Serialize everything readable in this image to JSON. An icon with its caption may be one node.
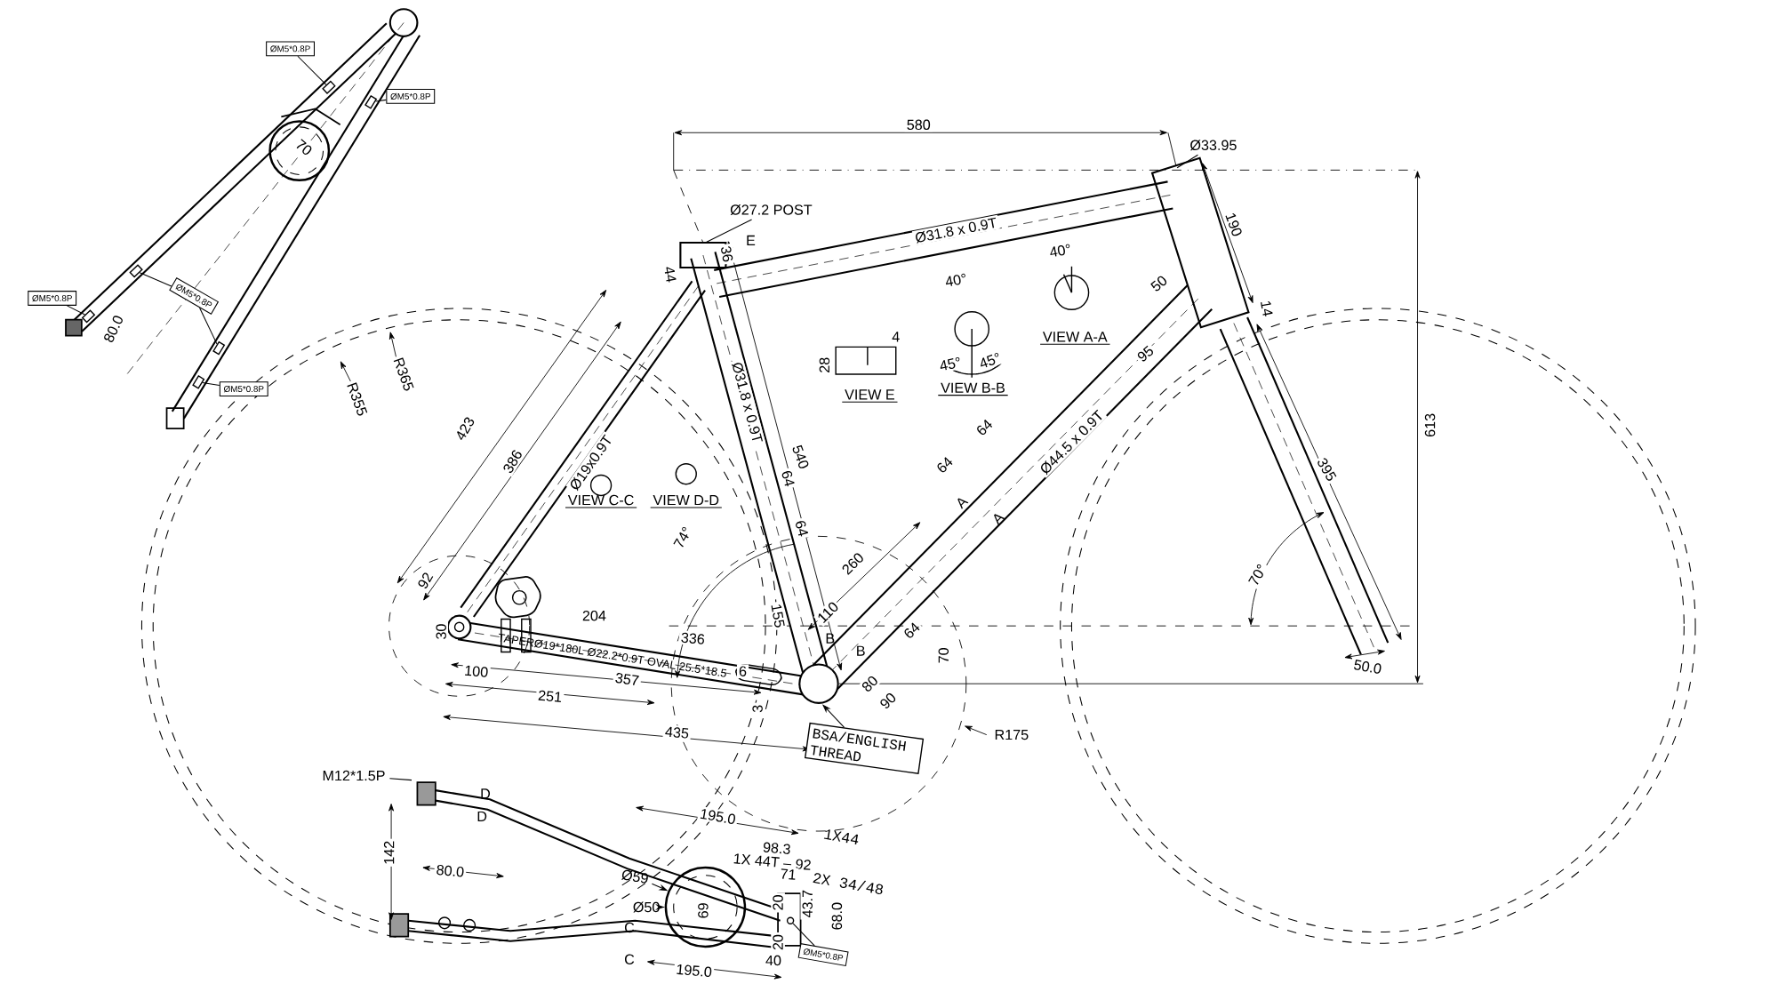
{
  "diagram": {
    "nodes": [
      {
        "text": [
          "ØM5*0.8P"
        ]
      },
      {
        "text": [
          "ØM5*0.8P"
        ]
      },
      {
        "text": [
          "ØM5*0.8P"
        ]
      },
      {
        "text": [
          "ØM5*0.8P"
        ]
      },
      {
        "text": [
          "ØM5*0.8P"
        ]
      },
      {
        "text": [
          "Ø27.2 POST"
        ]
      },
      {
        "text": [
          "Ø33.95"
        ]
      },
      {
        "text": [
          "BSA/ENGLISH THREAD"
        ]
      },
      {
        "text": [
          "M12*1.5P"
        ]
      },
      {
        "text": [
          "Ø59"
        ]
      },
      {
        "text": [
          "Ø50"
        ]
      },
      {
        "text": [
          "ØM5*0.8P"
        ]
      },
      {
        "text": [],
        "shape": "box"
      },
      {
        "text": [],
        "shape": "box"
      },
      {
        "text": [],
        "shape": "box"
      },
      {
        "text": [],
        "shape": "box"
      },
      {
        "text": [],
        "shape": "box"
      },
      {
        "text": [],
        "shape": "box"
      },
      {
        "text": [],
        "shape": "circle"
      },
      {
        "text": [],
        "shape": "circle"
      }
    ],
    "edges": [
      {
        "from": 0,
        "to": 16,
        "arrow": "none"
      },
      {
        "from": 1,
        "to": 17,
        "arrow": "none"
      },
      {
        "from": 2,
        "to": 12,
        "arrow": "none"
      },
      {
        "from": 3,
        "to": 13,
        "arrow": "none"
      },
      {
        "from": 3,
        "to": 15,
        "arrow": "none"
      },
      {
        "from": 4,
        "to": 14,
        "arrow": "none"
      },
      {
        "from": 5,
        "to": null,
        "arrow": "none"
      },
      {
        "from": 6,
        "to": null,
        "arrow": "none"
      },
      {
        "from": 7,
        "to": null,
        "arrow": "to"
      },
      {
        "from": 8,
        "to": null,
        "arrow": "none"
      },
      {
        "from": 9,
        "to": 18,
        "arrow": "to"
      },
      {
        "from": 10,
        "to": 18,
        "arrow": "to"
      },
      {
        "from": 11,
        "to": 19,
        "arrow": "none"
      }
    ],
    "labels": [
      "70",
      "580",
      "E",
      "36",
      "44",
      "Ø31.8 x 0.9T",
      "40°",
      "190",
      "40°",
      "50",
      "14",
      "VIEW A-A",
      "4",
      "80.0",
      "28",
      "45°",
      "45°",
      "R365",
      "95",
      "VIEW E",
      "VIEW B-B",
      "R355",
      "Ø31.8 x 0.9T",
      "64",
      "613",
      "Ø44.5 x 0.9T",
      "423",
      "540",
      "386",
      "Ø19x0.9T",
      "64",
      "395",
      "64",
      "VIEW C-C",
      "VIEW D-D",
      "A",
      "A",
      "64",
      "74°",
      "260",
      "70°",
      "92",
      "110",
      "155",
      "204",
      "30",
      "64",
      "B",
      "336",
      "B",
      "70",
      "TAPERØ19*180L Ø22.2*0.9T OVAL 25.5*18.5",
      "50.0",
      "6",
      "100",
      "357",
      "80",
      "251",
      "90",
      "3",
      "R175",
      "435",
      "D",
      "D",
      "195.0",
      "1X44",
      "98.3",
      "142",
      "1X 44T – 92",
      "71",
      "2X 34/48",
      "80.0",
      "69",
      "20",
      "43.7",
      "68.0",
      "C",
      "20",
      "C",
      "40",
      "195.0"
    ]
  }
}
